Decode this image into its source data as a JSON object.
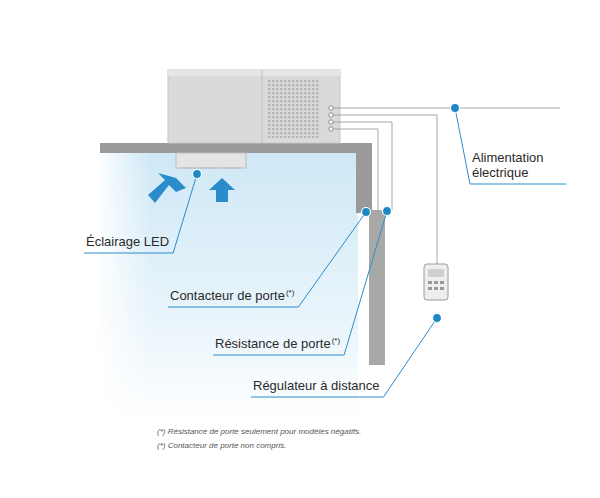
{
  "diagram": {
    "labels": [
      "Éclairage LED",
      "Contacteur de porte",
      "(*)",
      "Résistance de porte",
      "(*)",
      "Régulateur à distance",
      "Alimentation électrique",
      "(*) Résistance de porte seulement pour modèles négatifs.",
      "(*) Contacteur de porte non compris."
    ]
  }
}
